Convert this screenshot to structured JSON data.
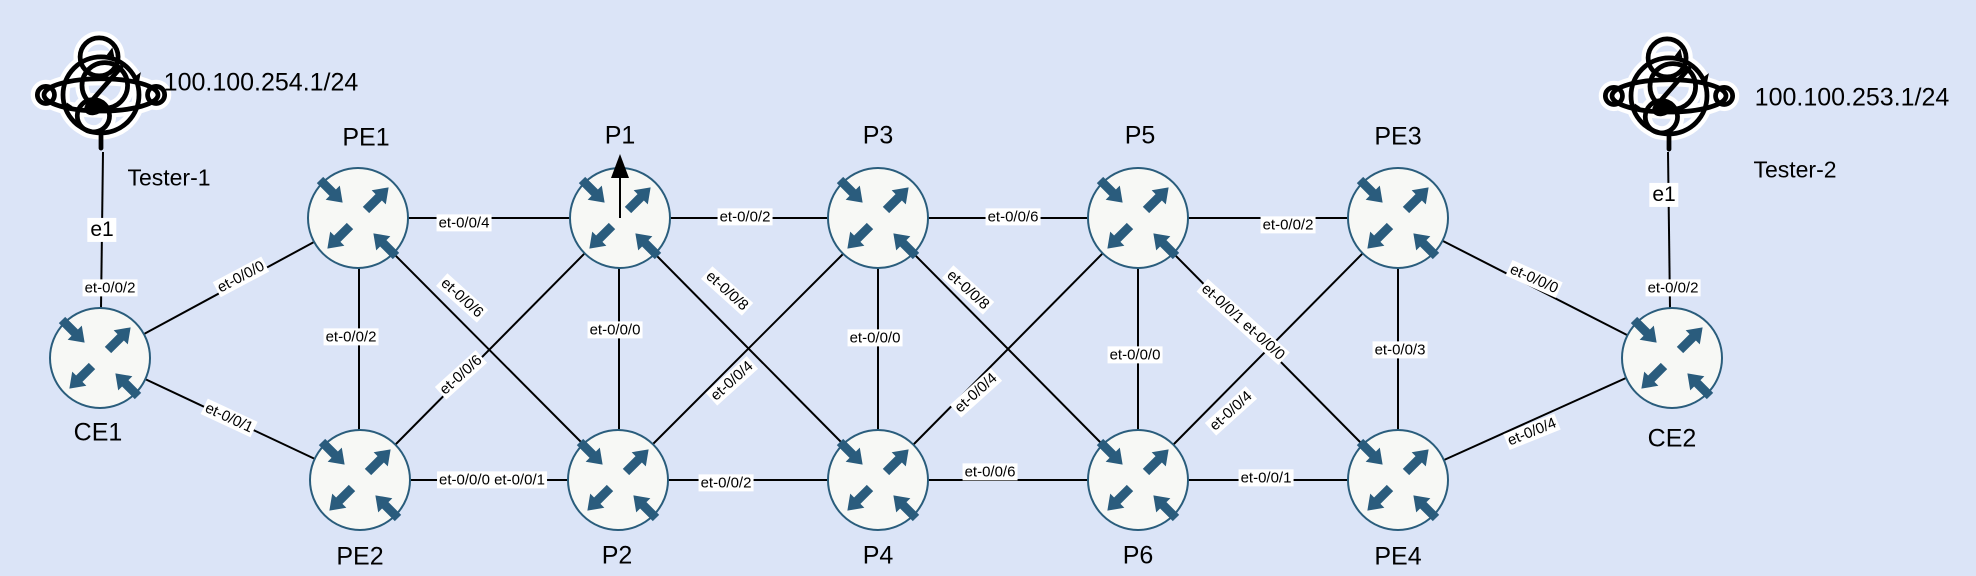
{
  "colors": {
    "background": "#dbe4f7",
    "node_fill": "#f7f8f5",
    "node_stroke": "#2a5d7c",
    "router_arrow": "#2a5c7d",
    "link_line": "#000000",
    "label_background": "#ffffff"
  },
  "nodes": {
    "ce1": "CE1",
    "ce2": "CE2",
    "pe1": "PE1",
    "pe2": "PE2",
    "pe3": "PE3",
    "pe4": "PE4",
    "p1": "P1",
    "p2": "P2",
    "p3": "P3",
    "p4": "P4",
    "p5": "P5",
    "p6": "P6"
  },
  "testers": {
    "tester1": {
      "label": "Tester-1",
      "ip": "100.100.254.1/24",
      "port": "e1"
    },
    "tester2": {
      "label": "Tester-2",
      "ip": "100.100.253.1/24",
      "port": "e1"
    }
  },
  "interfaces": {
    "ce1_tester1": "et-0/0/2",
    "ce1_pe1": "et-0/0/0",
    "ce1_pe2": "et-0/0/1",
    "pe1_p1": "et-0/0/4",
    "pe1_pe2": "et-0/0/2",
    "pe1_p2": "et-0/0/6",
    "pe2_p1": "et-0/0/6",
    "pe2_p2": "et-0/0/0 et-0/0/1",
    "p1_p2": "et-0/0/0",
    "p1_p3": "et-0/0/2",
    "p1_p4": "et-0/0/8",
    "p2_p3": "et-0/0/4",
    "p2_p4": "et-0/0/2",
    "p3_p4": "et-0/0/0",
    "p3_p5": "et-0/0/6",
    "p3_p6": "et-0/0/8",
    "p4_p5": "et-0/0/4",
    "p4_p6": "et-0/0/6",
    "p5_p6": "et-0/0/0",
    "p5_pe3": "et-0/0/2",
    "p5_pe4": "et-0/0/1 et-0/0/0",
    "p6_pe3": "et-0/0/4",
    "p6_pe4": "et-0/0/1",
    "pe3_pe4": "et-0/0/3",
    "pe3_ce2": "et-0/0/0",
    "pe4_ce2": "et-0/0/4",
    "ce2_tester2": "et-0/0/2"
  }
}
